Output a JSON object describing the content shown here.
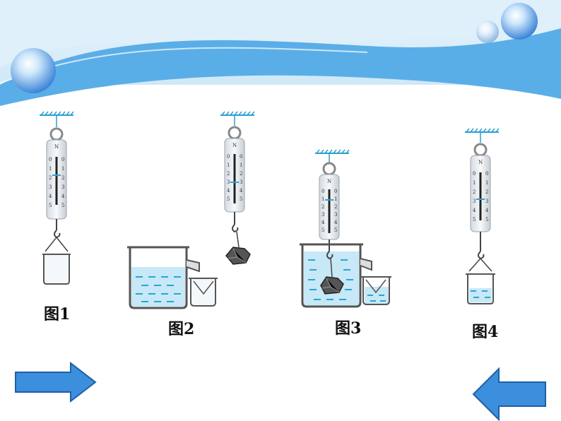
{
  "figures": [
    {
      "caption": "图1"
    },
    {
      "caption": "图2"
    },
    {
      "caption": "图3"
    },
    {
      "caption": "图4"
    }
  ],
  "scale": {
    "unit": "N",
    "ticks": [
      "0",
      "1",
      "2",
      "3",
      "4",
      "5"
    ]
  },
  "navigation": {
    "next_arrow": "arrow-right-icon",
    "prev_arrow": "arrow-left-icon"
  },
  "colors": {
    "banner": "#5aaee8",
    "banner_light": "#c9e6f8",
    "arrow_fill": "#3b8fdc",
    "water": "#c7e8f6",
    "water_line": "#2aa4d6"
  }
}
